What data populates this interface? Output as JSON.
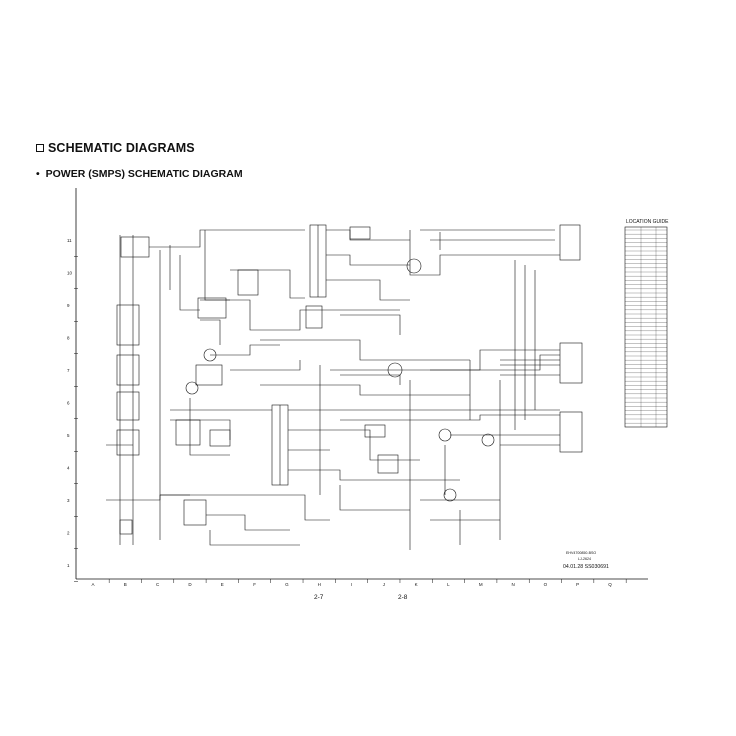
{
  "header": {
    "title": "SCHEMATIC DIAGRAMS",
    "subtitle": "POWER (SMPS) SCHEMATIC DIAGRAM"
  },
  "grid": {
    "rows": [
      "11",
      "10",
      "9",
      "8",
      "7",
      "6",
      "5",
      "4",
      "3",
      "2",
      "1"
    ],
    "cols": [
      "A",
      "B",
      "C",
      "D",
      "E",
      "F",
      "G",
      "H",
      "I",
      "J",
      "K",
      "L",
      "M",
      "N",
      "O",
      "P",
      "Q"
    ]
  },
  "location_guide": {
    "title": "LOCATION GUIDE"
  },
  "footer": {
    "model_line1": "EHV4700850-BSO",
    "model_line2": "LJ-2624",
    "date_code": "04.01.28 SS030691",
    "page_left": "2-7",
    "page_right": "2-8"
  },
  "colors": {
    "ink": "#111111",
    "paper": "#ffffff"
  }
}
